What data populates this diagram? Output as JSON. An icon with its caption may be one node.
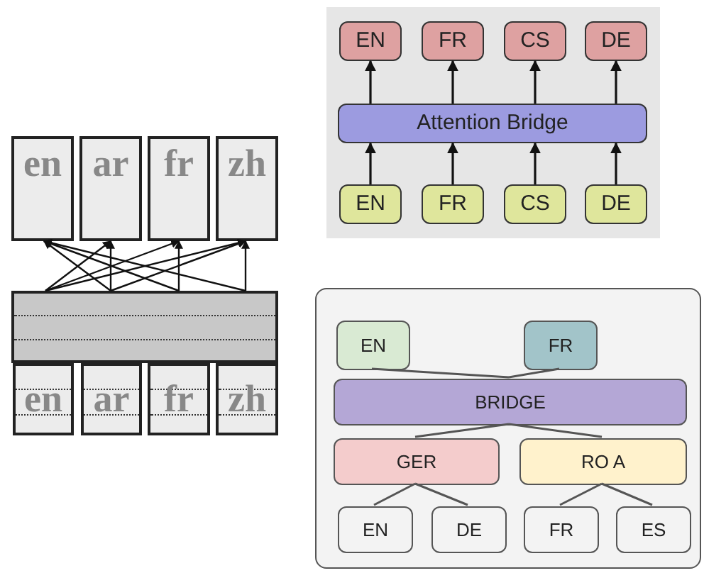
{
  "diagram": {
    "nodes": [
      {
        "text": [
          "en"
        ]
      },
      {
        "text": [
          "ar"
        ]
      },
      {
        "text": [
          "fr"
        ]
      },
      {
        "text": [
          "zh"
        ]
      },
      {
        "text": [],
        "shape": "box"
      },
      {
        "text": [
          "en"
        ]
      },
      {
        "text": [
          "ar"
        ]
      },
      {
        "text": [
          "fr"
        ]
      },
      {
        "text": [
          "zh"
        ]
      },
      {
        "text": [],
        "shape": "box"
      },
      {
        "text": [
          "EN"
        ],
        "in": 9
      },
      {
        "text": [
          "FR"
        ],
        "in": 9
      },
      {
        "text": [
          "CS"
        ],
        "in": 9
      },
      {
        "text": [
          "DE"
        ],
        "in": 9
      },
      {
        "text": [
          "Attention Bridge"
        ],
        "in": 9
      },
      {
        "text": [
          "EN"
        ],
        "in": 9
      },
      {
        "text": [
          "FR"
        ],
        "in": 9
      },
      {
        "text": [
          "CS"
        ],
        "in": 9
      },
      {
        "text": [
          "DE"
        ],
        "in": 9
      },
      {
        "text": [],
        "shape": "box"
      },
      {
        "text": [
          "EN"
        ],
        "in": 19
      },
      {
        "text": [
          "FR"
        ],
        "in": 19
      },
      {
        "text": [
          "BRIDGE"
        ],
        "in": 19
      },
      {
        "text": [
          "GER"
        ],
        "in": 19
      },
      {
        "text": [
          "RO A"
        ],
        "in": 19
      },
      {
        "text": [
          "EN"
        ],
        "in": 19
      },
      {
        "text": [
          "DE"
        ],
        "in": 19
      },
      {
        "text": [
          "FR"
        ],
        "in": 19
      },
      {
        "text": [
          "ES"
        ],
        "in": 19
      }
    ],
    "edges": [
      {
        "from": 4,
        "to": 0,
        "arrow": "to"
      },
      {
        "from": 4,
        "to": 0,
        "arrow": "to"
      },
      {
        "from": 4,
        "to": 0,
        "arrow": "to"
      },
      {
        "from": 4,
        "to": 1,
        "arrow": "to"
      },
      {
        "from": 4,
        "to": 1,
        "arrow": "to"
      },
      {
        "from": 4,
        "to": 2,
        "arrow": "to"
      },
      {
        "from": 4,
        "to": 2,
        "arrow": "to"
      },
      {
        "from": 4,
        "to": 3,
        "arrow": "to"
      },
      {
        "from": 4,
        "to": 3,
        "arrow": "to"
      },
      {
        "from": 4,
        "to": 3,
        "arrow": "to"
      },
      {
        "from": 15,
        "to": 14,
        "arrow": "to"
      },
      {
        "from": 16,
        "to": 14,
        "arrow": "to"
      },
      {
        "from": 17,
        "to": 14,
        "arrow": "to"
      },
      {
        "from": 18,
        "to": 14,
        "arrow": "to"
      },
      {
        "from": 14,
        "to": 10,
        "arrow": "to"
      },
      {
        "from": 14,
        "to": 11,
        "arrow": "to"
      },
      {
        "from": 14,
        "to": 12,
        "arrow": "to"
      },
      {
        "from": 14,
        "to": 13,
        "arrow": "to"
      },
      {
        "from": 20,
        "to": 22,
        "arrow": "none"
      },
      {
        "from": 21,
        "to": 22,
        "arrow": "none"
      },
      {
        "from": 22,
        "to": 23,
        "arrow": "none"
      },
      {
        "from": 22,
        "to": 24,
        "arrow": "none"
      },
      {
        "from": 23,
        "to": 25,
        "arrow": "none"
      },
      {
        "from": 23,
        "to": 26,
        "arrow": "none"
      },
      {
        "from": 24,
        "to": 27,
        "arrow": "none"
      },
      {
        "from": 24,
        "to": 28,
        "arrow": "none"
      }
    ]
  }
}
